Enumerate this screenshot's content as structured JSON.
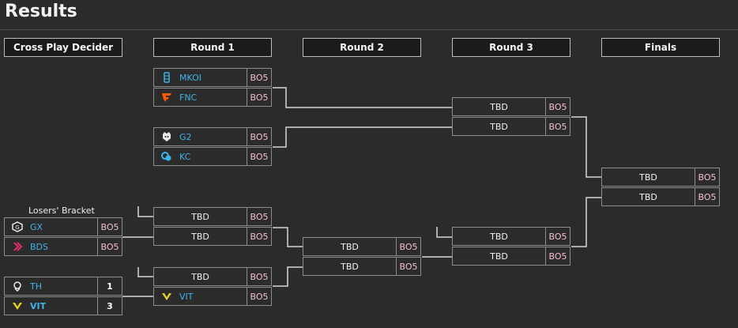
{
  "title": "Results",
  "rounds": [
    "Cross Play Decider",
    "Round 1",
    "Round 2",
    "Round 3",
    "Finals"
  ],
  "losers_bracket_label": "Losers' Bracket",
  "cross_play": [
    {
      "team": "GX",
      "format": "BO5",
      "icon": "giantx-logo-icon"
    },
    {
      "team": "BDS",
      "format": "BO5",
      "icon": "bds-logo-icon"
    },
    {
      "team": "TH",
      "score": "1",
      "icon": "heretics-logo-icon"
    },
    {
      "team": "VIT",
      "score": "3",
      "icon": "vitality-logo-icon",
      "winner": true
    }
  ],
  "round1": [
    {
      "team": "MKOI",
      "format": "BO5",
      "icon": "mkoi-logo-icon"
    },
    {
      "team": "FNC",
      "format": "BO5",
      "icon": "fnatic-logo-icon"
    },
    {
      "team": "G2",
      "format": "BO5",
      "icon": "g2-logo-icon"
    },
    {
      "team": "KC",
      "format": "BO5",
      "icon": "karmine-logo-icon"
    },
    {
      "team": "TBD",
      "format": "BO5"
    },
    {
      "team": "TBD",
      "format": "BO5"
    },
    {
      "team": "TBD",
      "format": "BO5"
    },
    {
      "team": "VIT",
      "format": "BO5",
      "icon": "vitality-logo-icon"
    }
  ],
  "round2": [
    {
      "team": "TBD",
      "format": "BO5"
    },
    {
      "team": "TBD",
      "format": "BO5"
    }
  ],
  "round3": [
    {
      "team": "TBD",
      "format": "BO5"
    },
    {
      "team": "TBD",
      "format": "BO5"
    },
    {
      "team": "TBD",
      "format": "BO5"
    },
    {
      "team": "TBD",
      "format": "BO5"
    }
  ],
  "finals": [
    {
      "team": "TBD",
      "format": "BO5"
    },
    {
      "team": "TBD",
      "format": "BO5"
    }
  ],
  "colors": {
    "team_text": "#3fb3e8",
    "format_text": "#f4c0cc",
    "background": "#2b2b2b",
    "connector": "#d8d8d8"
  }
}
